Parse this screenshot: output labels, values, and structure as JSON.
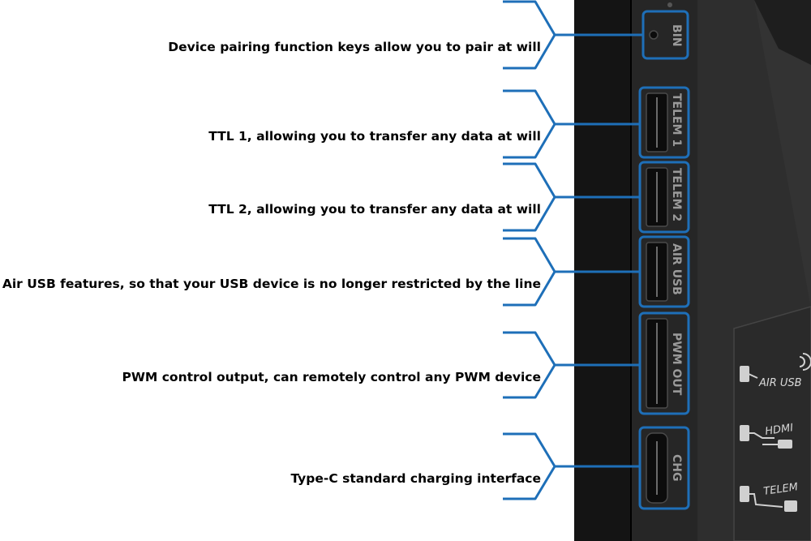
{
  "features": [
    {
      "port": "BIN",
      "description": "Device pairing function keys allow you to pair at will"
    },
    {
      "port": "TELEM 1",
      "description": "TTL 1, allowing you to transfer any data at will"
    },
    {
      "port": "TELEM 2",
      "description": "TTL 2, allowing you to transfer any data at will"
    },
    {
      "port": "AIR USB",
      "description": "Air USB features, so that your USB device is no longer restricted by the line"
    },
    {
      "port": "PWM OUT",
      "description": "PWM control output, can remotely control any PWM device"
    },
    {
      "port": "CHG",
      "description": "Type-C standard charging interface"
    }
  ],
  "legend": [
    {
      "label": "AIR USB",
      "icon": "usb-plug-icon"
    },
    {
      "label": "HDMI",
      "icon": "hdmi-plug-icon"
    },
    {
      "label": "TELEM",
      "icon": "telem-plug-icon"
    }
  ],
  "colors": {
    "callout": "#1e6fb8",
    "device": "#232323",
    "bezel": "#111111",
    "panel": "#3a3a3a"
  }
}
